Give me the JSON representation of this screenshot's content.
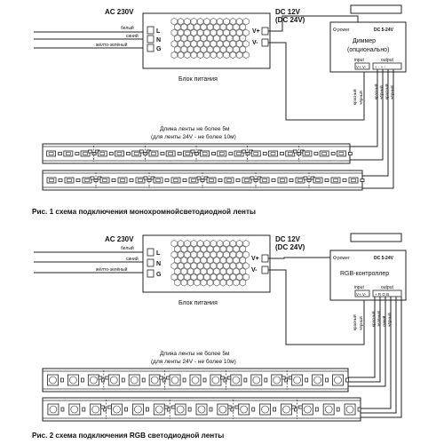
{
  "fig1": {
    "ac_label": "AC 230V",
    "wire_white": "белый",
    "wire_blue": "синий",
    "wire_ground": "жёлто-зелёный",
    "terminal_l": "L",
    "terminal_n": "N",
    "terminal_g": "G",
    "dc_label_1": "DC 12V",
    "dc_label_2": "(DC 24V)",
    "out_vplus": "V+",
    "out_vminus": "V-",
    "psu_label": "Блок питания",
    "ctrl_power": "power",
    "ctrl_dc": "DC 5-24V",
    "ctrl_name_1": "Диммер",
    "ctrl_name_2": "(опционально)",
    "ctrl_input": "input",
    "ctrl_output": "output",
    "ctrl_in_pins": "V+ V-",
    "ctrl_out_pins": "+  -  +  -",
    "wire_labels": [
      "красный",
      "чёрный",
      "красный",
      "чёрный",
      "красный",
      "чёрный"
    ],
    "strip_len_1": "Длина ленты не более 5м",
    "strip_len_2": "(для ленты 24V - не более 10м)",
    "caption": "Рис. 1 схема подключения монохромнойсветодиодной ленты"
  },
  "fig2": {
    "ac_label": "AC 230V",
    "wire_white": "белый",
    "wire_blue": "синий",
    "wire_ground": "жёлто-зелёный",
    "terminal_l": "L",
    "terminal_n": "N",
    "terminal_g": "G",
    "dc_label_1": "DC 12V",
    "dc_label_2": "(DC 24V)",
    "out_vplus": "V+",
    "out_vminus": "V-",
    "psu_label": "Блок питания",
    "ctrl_power": "power",
    "ctrl_dc": "DC 5-24V",
    "ctrl_name": "RGB-контроллер",
    "ctrl_input": "input",
    "ctrl_output": "output",
    "ctrl_in_pins": "V+ V-",
    "ctrl_out_pins": "+  R  G  B",
    "wire_labels": [
      "красный",
      "чёрный",
      "красный",
      "зелёный",
      "синий",
      "чёрный"
    ],
    "strip_len_1": "Длина ленты не более 5м",
    "strip_len_2": "(для ленты 24V - не более 10м)",
    "caption": "Рис. 2 схема подключения RGB светодиодной ленты"
  }
}
